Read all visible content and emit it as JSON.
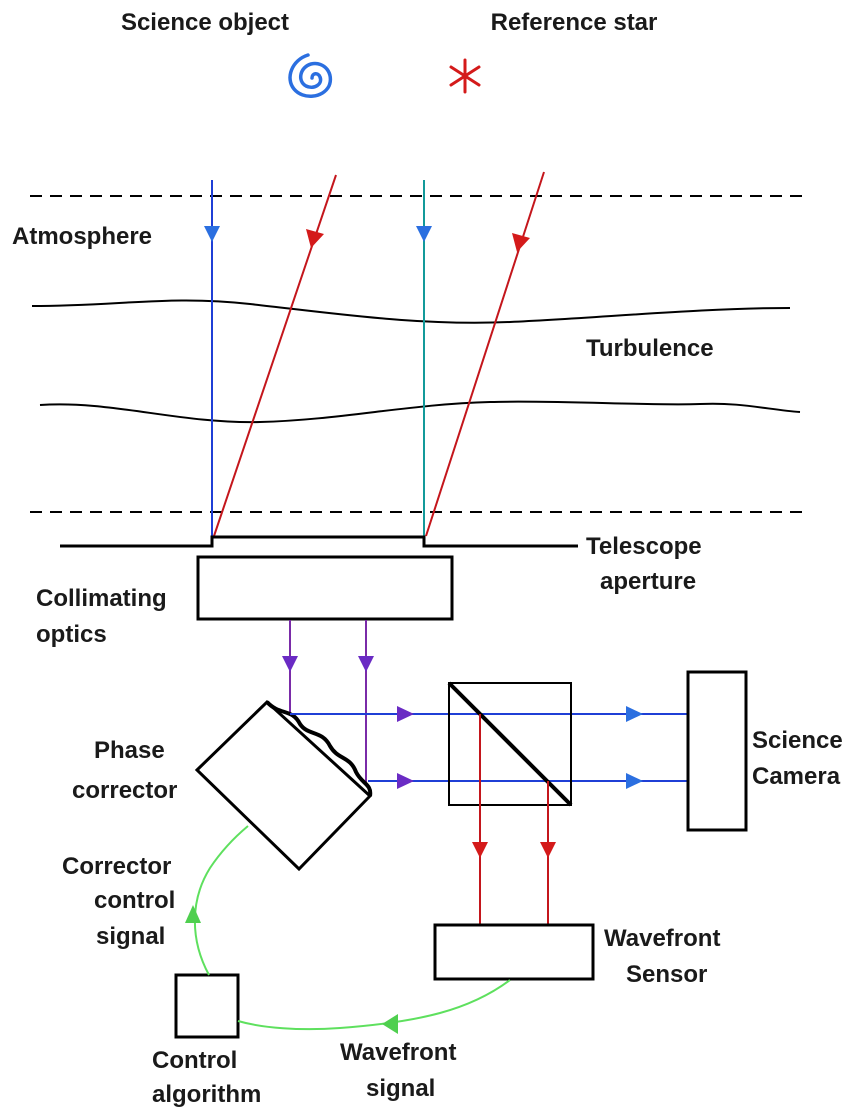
{
  "labels": {
    "science_object": "Science object",
    "reference_star": "Reference star",
    "atmosphere": "Atmosphere",
    "turbulence": "Turbulence",
    "telescope_line1": "Telescope",
    "telescope_line2": "aperture",
    "collimating_line1": "Collimating",
    "collimating_line2": "optics",
    "phase_line1": "Phase",
    "phase_line2": "corrector",
    "science_camera_line1": "Science",
    "science_camera_line2": "Camera",
    "corrector_line1": "Corrector",
    "corrector_line2": "control",
    "corrector_line3": "signal",
    "wavefront_sensor_line1": "Wavefront",
    "wavefront_sensor_line2": "Sensor",
    "control_line1": "Control",
    "control_line2": "algorithm",
    "wavefront_signal_line1": "Wavefront",
    "wavefront_signal_line2": "signal"
  },
  "colors": {
    "science_light": "#1f3fd6",
    "reference_light": "#c4161c",
    "guide_light": "#139a9a",
    "combined_light": "#7a2ba8",
    "control_signal": "#5ee05e",
    "outline": "#000000"
  },
  "icons": {
    "science_object": "spiral-galaxy-icon",
    "reference_star": "asterisk-star-icon"
  }
}
